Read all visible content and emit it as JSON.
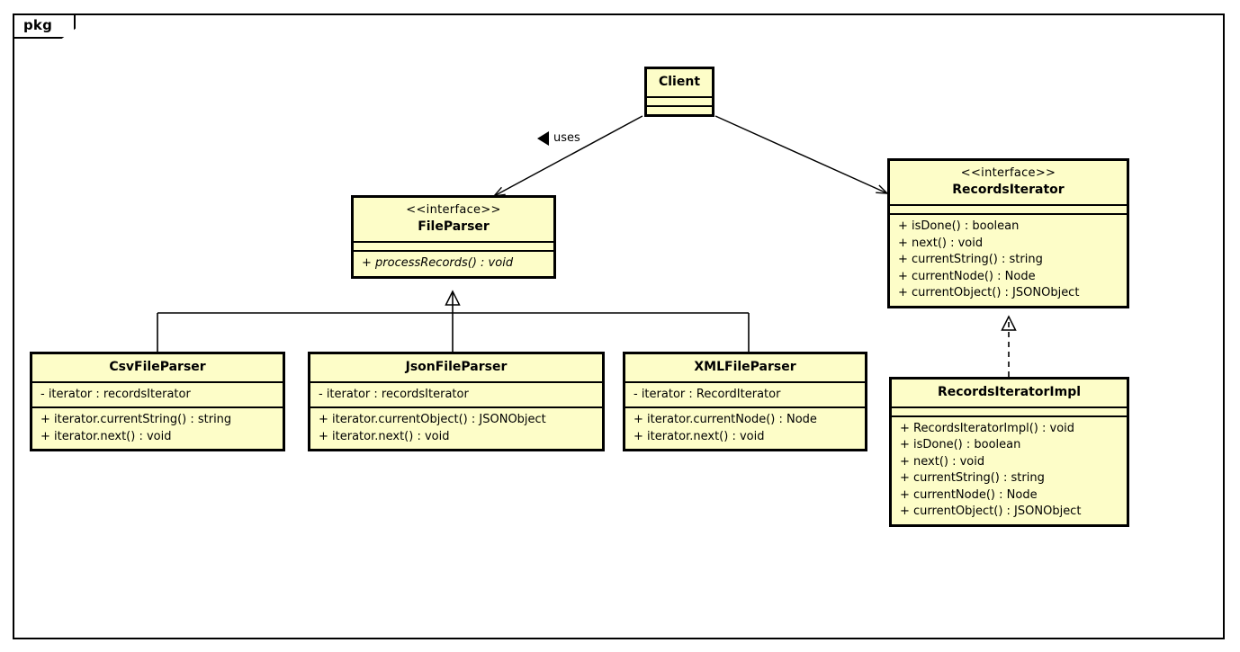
{
  "diagram": {
    "type": "uml-class-diagram",
    "package_label": "pkg",
    "background_color": "#ffffff",
    "class_fill_color": "#fdfdc8",
    "class_border_color": "#000000"
  },
  "classes": {
    "client": {
      "name": "Client",
      "stereotype": "",
      "attributes": [],
      "methods": []
    },
    "file_parser": {
      "name": "FileParser",
      "stereotype": "<<interface>>",
      "attributes": [],
      "methods": [
        "+ processRecords() : void"
      ]
    },
    "records_iterator": {
      "name": "RecordsIterator",
      "stereotype": "<<interface>>",
      "attributes": [],
      "methods": [
        "+ isDone() : boolean",
        "+ next() : void",
        "+ currentString() : string",
        "+ currentNode() : Node",
        "+ currentObject() : JSONObject"
      ]
    },
    "records_iterator_impl": {
      "name": "RecordsIteratorImpl",
      "stereotype": "",
      "attributes": [],
      "methods": [
        "+ RecordsIteratorImpl() : void",
        "+ isDone() : boolean",
        "+ next() : void",
        "+ currentString() : string",
        "+ currentNode() : Node",
        "+ currentObject() : JSONObject"
      ]
    },
    "csv_file_parser": {
      "name": "CsvFileParser",
      "stereotype": "",
      "attributes": [
        "- iterator : recordsIterator"
      ],
      "methods": [
        "+ iterator.currentString() : string",
        "+ iterator.next() : void"
      ]
    },
    "json_file_parser": {
      "name": "JsonFileParser",
      "stereotype": "",
      "attributes": [
        "- iterator : recordsIterator"
      ],
      "methods": [
        "+ iterator.currentObject() : JSONObject",
        "+ iterator.next() : void"
      ]
    },
    "xml_file_parser": {
      "name": "XMLFileParser",
      "stereotype": "",
      "attributes": [
        "- iterator : RecordIterator"
      ],
      "methods": [
        "+ iterator.currentNode() : Node",
        "+ iterator.next() : void"
      ]
    }
  },
  "relationships": [
    {
      "id": "client-uses-fileparser",
      "from": "Client",
      "to": "FileParser",
      "kind": "association",
      "arrow": "open",
      "label": "uses"
    },
    {
      "id": "client-to-recordsiterator",
      "from": "Client",
      "to": "RecordsIterator",
      "kind": "association",
      "arrow": "open",
      "label": ""
    },
    {
      "id": "csvfileparser-realizes-fileparser",
      "from": "CsvFileParser",
      "to": "FileParser",
      "kind": "generalization",
      "arrow": "hollow-triangle",
      "label": ""
    },
    {
      "id": "jsonfileparser-realizes-fileparser",
      "from": "JsonFileParser",
      "to": "FileParser",
      "kind": "generalization",
      "arrow": "hollow-triangle",
      "label": ""
    },
    {
      "id": "xmlfileparser-realizes-fileparser",
      "from": "XMLFileParser",
      "to": "FileParser",
      "kind": "generalization",
      "arrow": "hollow-triangle",
      "label": ""
    },
    {
      "id": "impl-realizes-recordsiterator",
      "from": "RecordsIteratorImpl",
      "to": "RecordsIterator",
      "kind": "realization",
      "arrow": "hollow-triangle-dashed",
      "label": ""
    }
  ]
}
